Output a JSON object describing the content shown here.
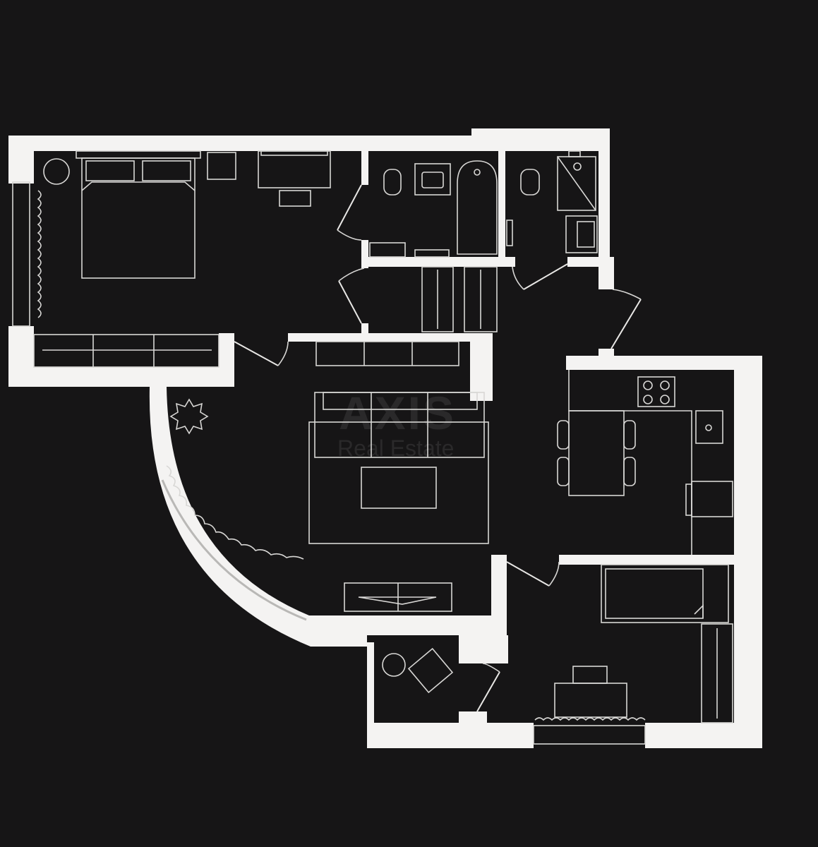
{
  "watermark": {
    "brand": "AXIS",
    "tagline": "Real Estate"
  },
  "colors": {
    "background": "#161516",
    "walls": "#f4f3f2",
    "lines": "#d8d7d5"
  },
  "rooms": [
    "bedroom",
    "bathroom",
    "wc",
    "wardrobe",
    "hall",
    "living-room",
    "kitchen",
    "study",
    "balcony"
  ]
}
